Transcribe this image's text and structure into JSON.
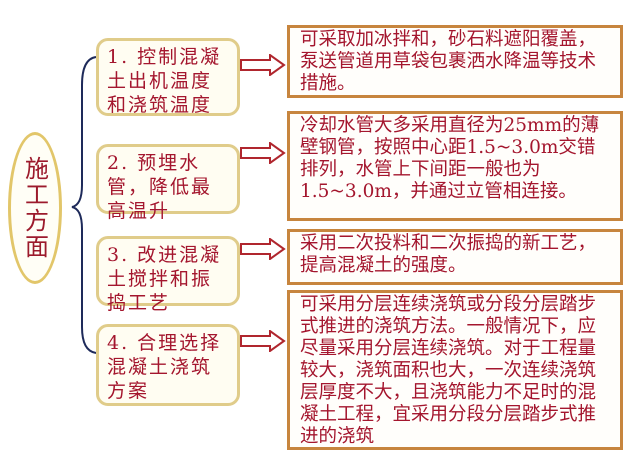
{
  "root": "施工方面",
  "items": [
    {
      "title": "1. 控制混凝土出机温度和浇筑温度",
      "detail": "可采取加冰拌和，砂石料遮阳覆盖，泵送管道用草袋包裹洒水降温等技术措施。"
    },
    {
      "title": "2. 预埋水管，降低最高温升",
      "detail": "冷却水管大多采用直径为25mm的薄壁钢管，按照中心距1.5~3.0m交错排列，水管上下间距一般也为1.5~3.0m，并通过立管相连接。"
    },
    {
      "title": "3. 改进混凝土搅拌和振捣工艺",
      "detail": "采用二次投料和二次振捣的新工艺，提高混凝土的强度。"
    },
    {
      "title": "4. 合理选择混凝土浇筑方案",
      "detail": "可采用分层连续浇筑或分段分层踏步式推进的浇筑方法。一般情况下，应尽量采用分层连续浇筑。对于工程量较大，浇筑面积也大，一次连续浇筑层厚度不大，且浇筑能力不足时的混凝土工程，宜采用分段分层踏步式推进的浇筑"
    }
  ]
}
